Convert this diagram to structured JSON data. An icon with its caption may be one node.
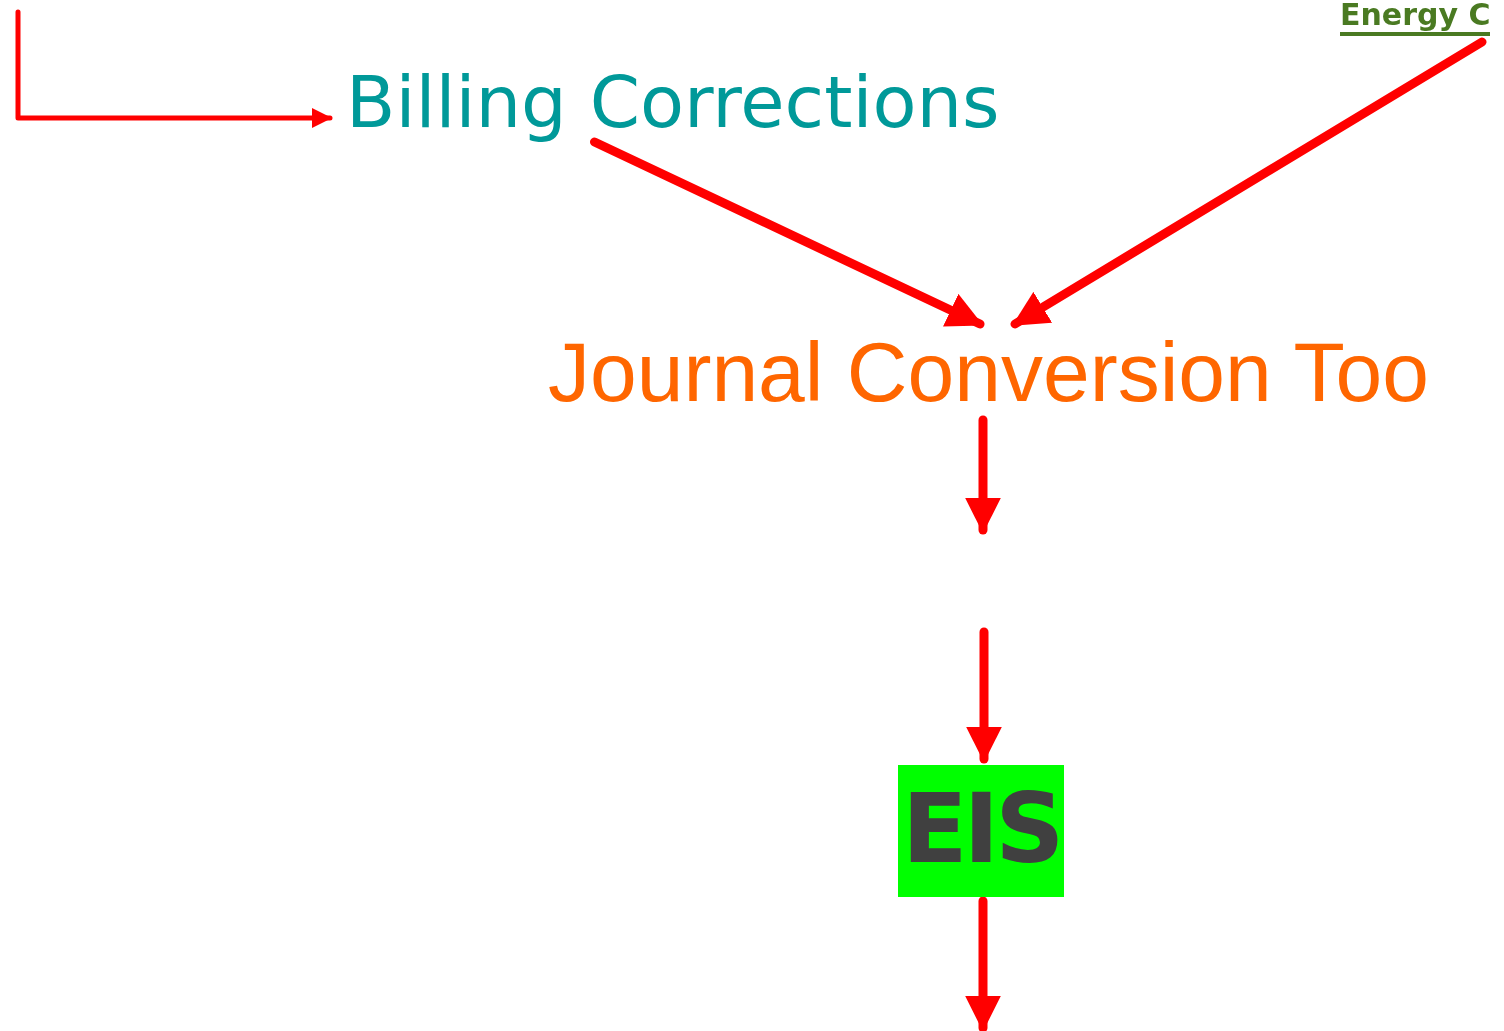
{
  "diagram": {
    "nodes": [
      {
        "text": [
          "Energy C"
        ]
      },
      {
        "text": [
          "Billing Corrections"
        ]
      },
      {
        "text": [
          "Journal Conversion Too"
        ]
      },
      {
        "text": [
          "EIS"
        ]
      }
    ],
    "edges": [
      {
        "from": null,
        "to": 1,
        "arrow": "to"
      },
      {
        "from": 1,
        "to": 2,
        "arrow": "to"
      },
      {
        "from": 0,
        "to": 2,
        "arrow": "to"
      },
      {
        "from": 2,
        "to": null,
        "arrow": "to"
      },
      {
        "from": null,
        "to": 3,
        "arrow": "to"
      },
      {
        "from": 3,
        "to": null,
        "arrow": "to"
      }
    ]
  }
}
